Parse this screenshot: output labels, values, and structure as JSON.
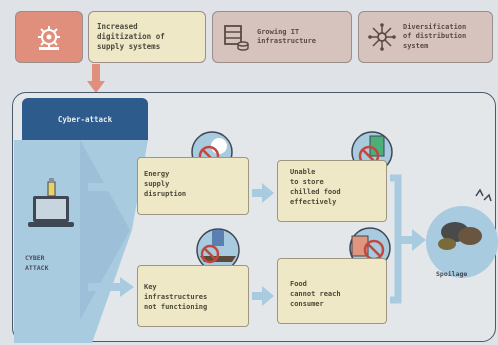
{
  "top_row": {
    "box1": {
      "icon": "gear-network-icon",
      "color": "#e08f7c"
    },
    "box2": {
      "line1": "Increased",
      "line2": "digitization of",
      "line3": "supply systems",
      "color": "#efe8c6"
    },
    "box3": {
      "line1": "Growing IT",
      "line2": "infrastructure",
      "icon": "server-database-icon",
      "color": "#d7c3bd"
    },
    "box4": {
      "line1": "Diversification",
      "line2": "of distribution",
      "line3": "system",
      "icon": "network-hub-icon",
      "color": "#d7c3bd"
    }
  },
  "cyber": {
    "header": "Cyber-attack",
    "label_line1": "CYBER",
    "label_line2": "ATTACK",
    "icon": "laptop-usb-icon",
    "header_color": "#2d5b8c"
  },
  "effects": {
    "energy": {
      "line1": "Energy",
      "line2": "supply",
      "line3": "disruption",
      "icon": "energy-blocked-icon"
    },
    "unable": {
      "line1": "Unable",
      "line2": "to store",
      "line3": "chilled food",
      "line4": "effectively",
      "icon": "fridge-blocked-icon"
    },
    "key": {
      "line1": "Key",
      "line2": "infrastructures",
      "line3": "not functioning",
      "icon": "infrastructure-blocked-icon"
    },
    "food": {
      "line1": "Food",
      "line2": "cannot reach",
      "line3": "consumer",
      "icon": "grocery-blocked-icon"
    }
  },
  "outcome": {
    "label": "Spoilage",
    "icon": "spoiled-food-icon"
  }
}
